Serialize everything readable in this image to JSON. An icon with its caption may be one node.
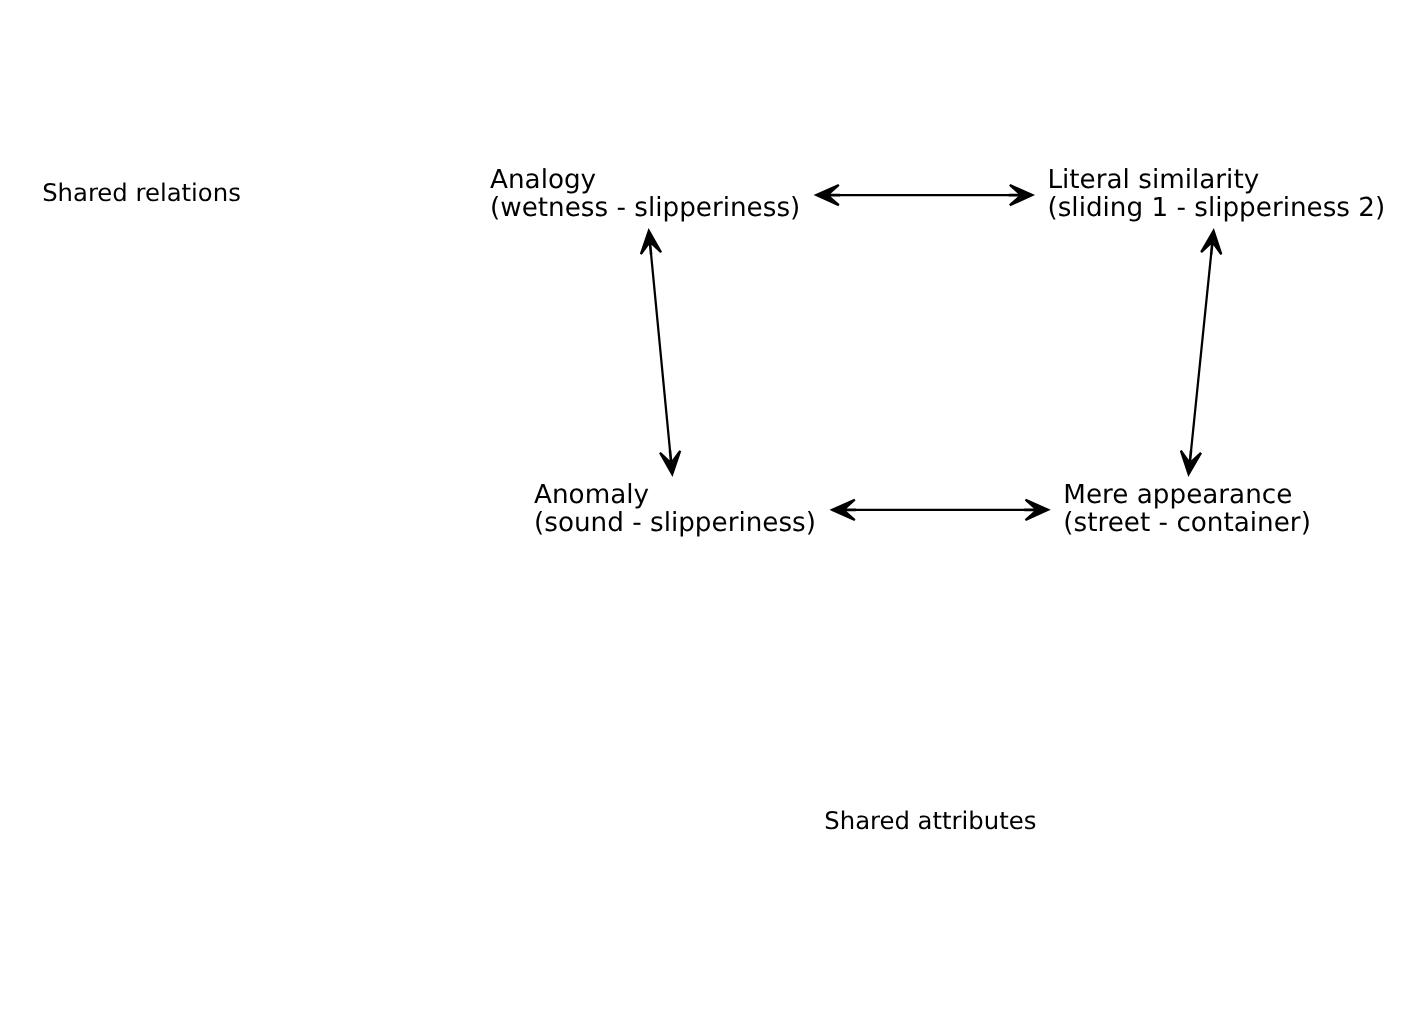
{
  "diagram": {
    "nodes": [
      {
        "text": [
          "Analogy",
          "(wetness - slipperiness)"
        ]
      },
      {
        "text": [
          "Literal similarity",
          "(sliding 1 - slipperiness 2)"
        ]
      },
      {
        "text": [
          "Anomaly",
          "(sound - slipperiness)"
        ]
      },
      {
        "text": [
          "Mere appearance",
          "(street - container)"
        ]
      }
    ],
    "edges": [
      {
        "from": 0,
        "to": 1,
        "arrow": "both"
      },
      {
        "from": 0,
        "to": 2,
        "arrow": "both"
      },
      {
        "from": 1,
        "to": 3,
        "arrow": "both"
      },
      {
        "from": 2,
        "to": 3,
        "arrow": "both"
      }
    ],
    "labels": [
      "Shared relations",
      "Shared attributes"
    ]
  }
}
